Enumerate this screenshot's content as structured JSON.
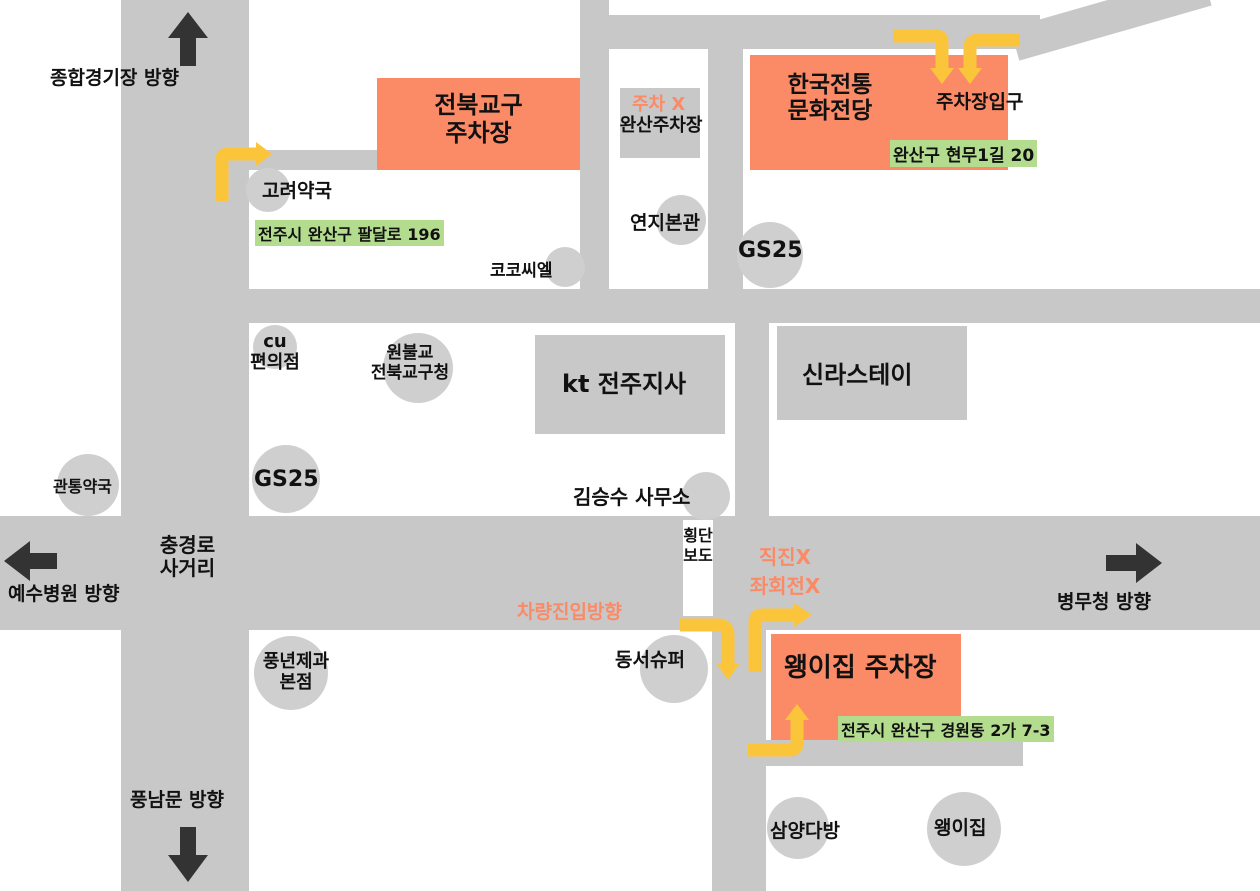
{
  "directions": {
    "north": "종합경기장 방향",
    "west": "예수병원 방향",
    "east": "병무청 방향",
    "south": "풍남문 방향"
  },
  "buildings": {
    "jeonbuk_parking": "전북교구\n주차장",
    "hanguk_hall": "한국전통\n문화전당",
    "wansan_parking": "완산주차장",
    "kt": "kt 전주지사",
    "silla": "신라스테이",
    "waengi_parking": "왱이집 주차장"
  },
  "landmarks": {
    "goryeo_pharmacy": "고려약국",
    "cocoseal": "코코씨엘",
    "yeonji": "연지본관",
    "gs25_top": "GS25",
    "cu": "cu\n편의점",
    "wonbulgyo": "원불교\n전북교구청",
    "gwantong": "관통약국",
    "gs25_left": "GS25",
    "kim_office": "김승수 사무소",
    "dongseo": "동서슈퍼",
    "pungnyeon": "풍년제과\n본점",
    "samyang": "삼양다방",
    "waengi": "왱이집"
  },
  "intersection": "충경로\n사거리",
  "crosswalk": "횡단보도",
  "notes": {
    "no_parking": "주차 X",
    "parking_entrance": "주차장입구",
    "straight": "직진X",
    "turn": "좌회전X",
    "entry_direction": "차량진입방향"
  },
  "addresses": {
    "jeonbuk": "전주시 완산구 팔달로 196",
    "hanguk": "완산구 현무1길 20",
    "waengi": "전주시 완산구 경원동 2가 7-3"
  },
  "colors": {
    "road": "#c8c8c8",
    "highlight_building": "#fb8a66",
    "address_bg": "#b3dc8e",
    "route_arrow": "#fbc53b",
    "direction_arrow": "#333333"
  }
}
